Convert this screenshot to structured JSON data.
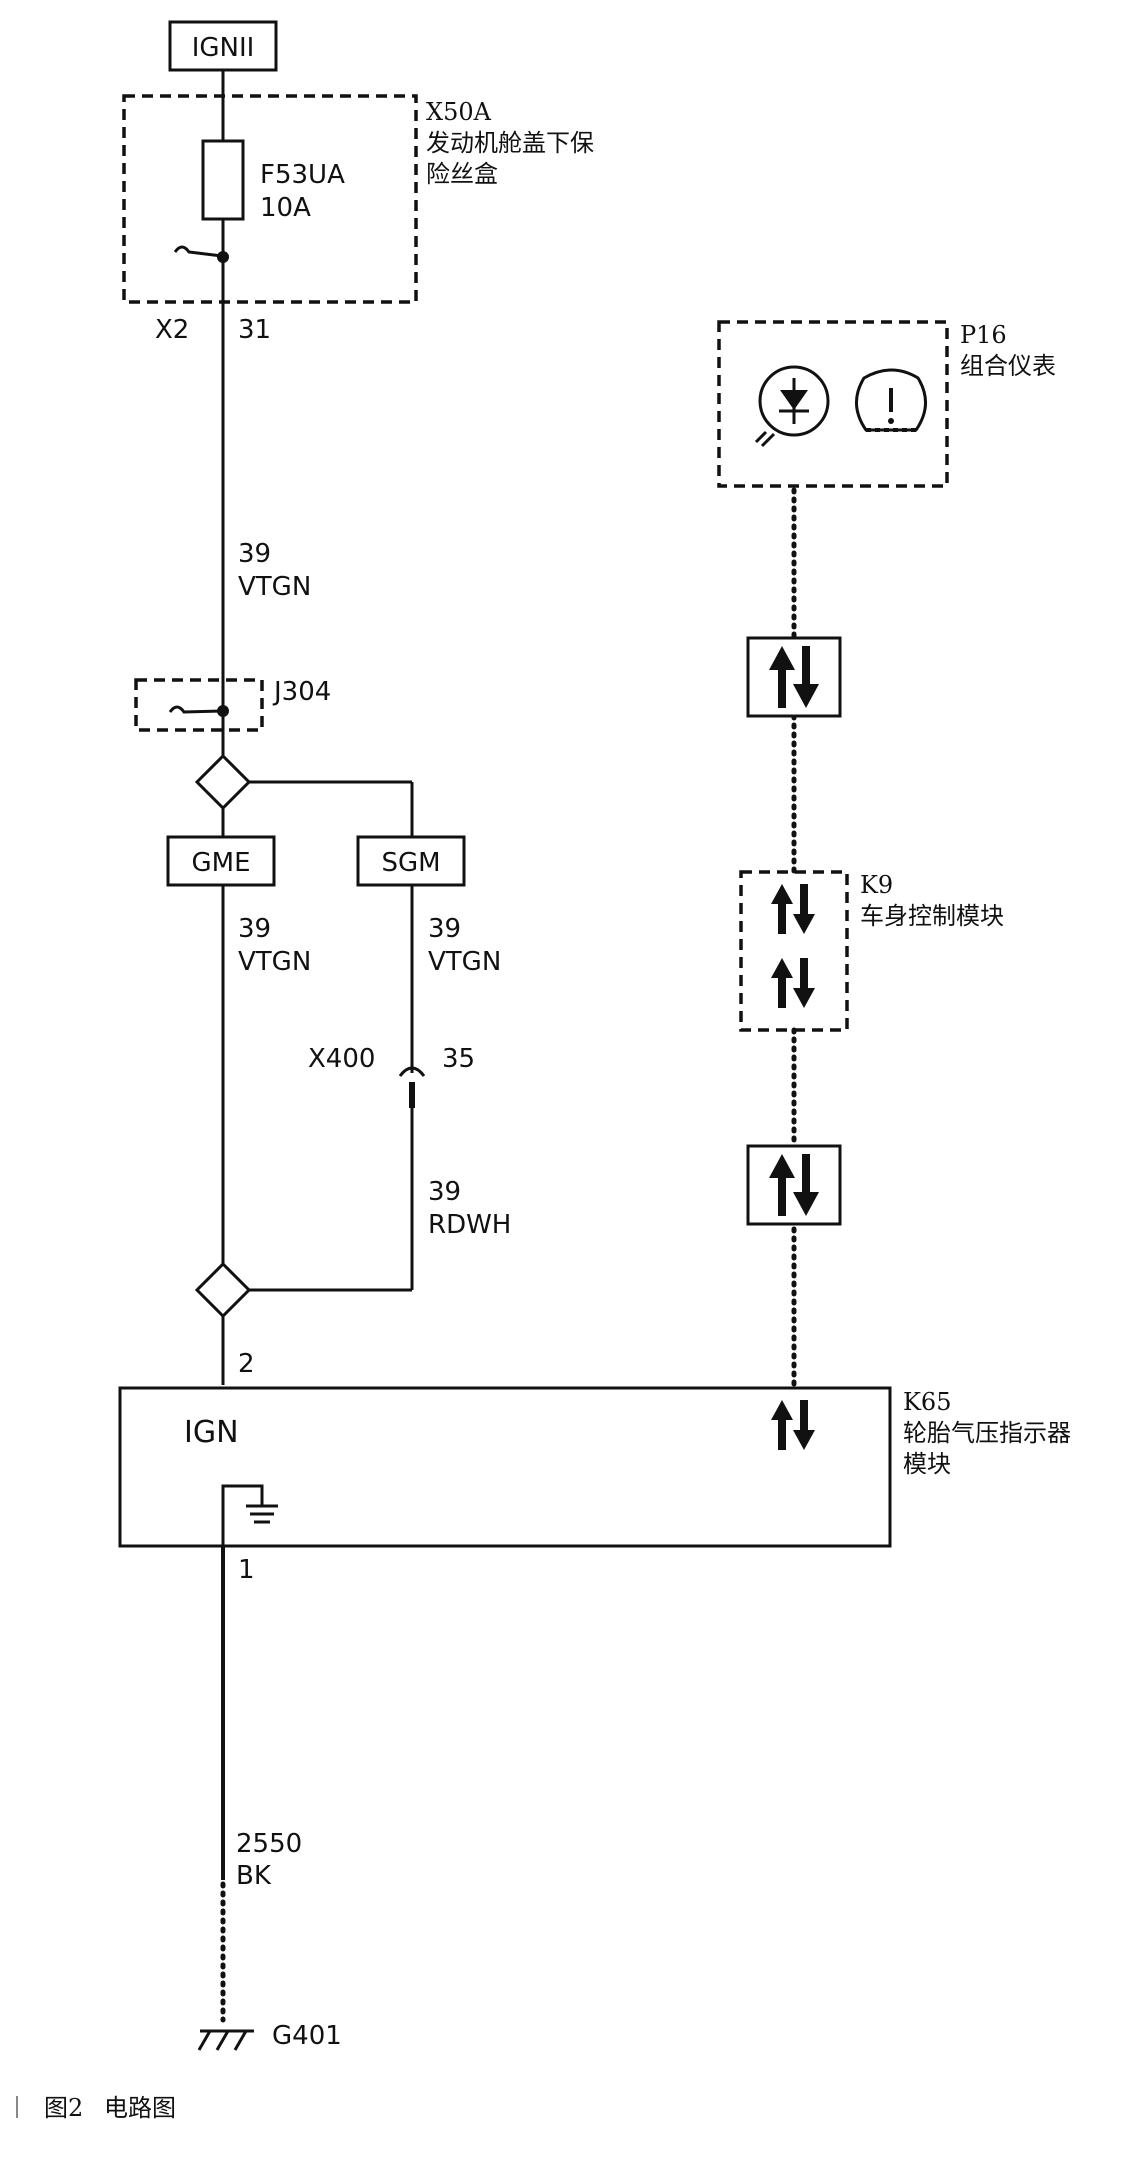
{
  "supply": {
    "label": "IGNII"
  },
  "fuse_block": {
    "ref": "X50A",
    "name_line1": "发动机舱盖下保",
    "name_line2": "险丝盒",
    "fuse_ref": "F53UA",
    "fuse_rating": "10A",
    "connector": "X2",
    "pin": "31"
  },
  "wire_upper": {
    "circuit": "39",
    "color": "VTGN"
  },
  "splice": {
    "ref": "J304"
  },
  "options": {
    "left": "GME",
    "right": "SGM"
  },
  "wire_gme": {
    "circuit": "39",
    "color": "VTGN"
  },
  "wire_sgm": {
    "circuit": "39",
    "color": "VTGN"
  },
  "inline_connector": {
    "ref": "X400",
    "pin": "35"
  },
  "wire_lower": {
    "circuit": "39",
    "color": "RDWH"
  },
  "cluster": {
    "ref": "P16",
    "name": "组合仪表"
  },
  "bcm": {
    "ref": "K9",
    "name": "车身控制模块"
  },
  "tpms": {
    "ref": "K65",
    "name_line1": "轮胎气压指示器",
    "name_line2": "模块",
    "ign_label": "IGN",
    "pin_ign": "2",
    "pin_gnd": "1"
  },
  "ground_wire": {
    "circuit": "2550",
    "color": "BK"
  },
  "ground": {
    "ref": "G401"
  },
  "caption": {
    "figure": "图2",
    "title": "电路图"
  }
}
